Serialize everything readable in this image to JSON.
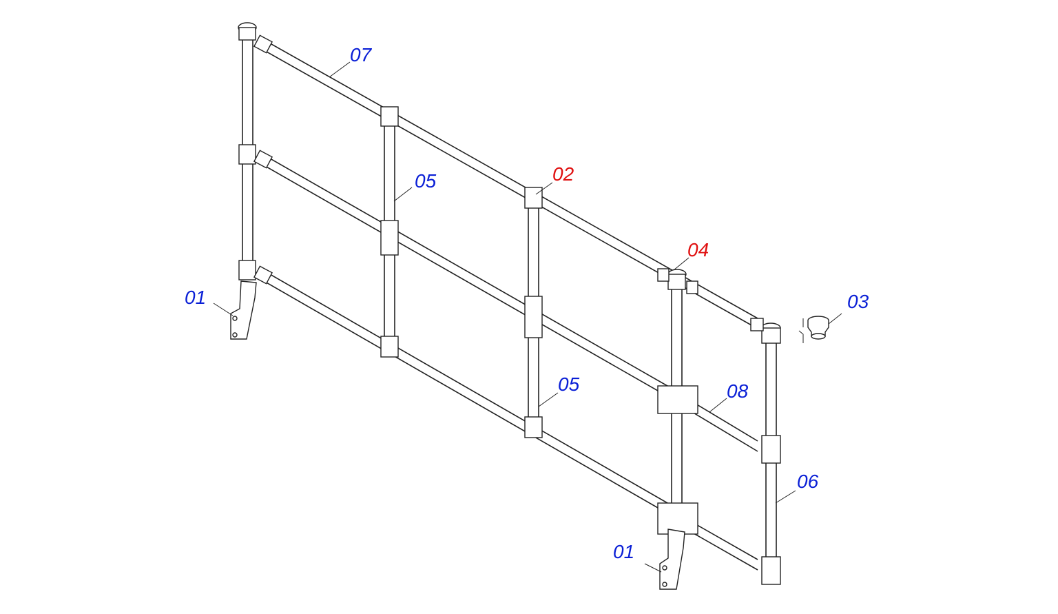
{
  "colors": {
    "blue_label": "#0a1fd6",
    "red_label": "#e01010",
    "line": "#222222"
  },
  "callouts": [
    {
      "id": "c01a",
      "text": "01",
      "color": "blue"
    },
    {
      "id": "c01b",
      "text": "01",
      "color": "blue"
    },
    {
      "id": "c02",
      "text": "02",
      "color": "red"
    },
    {
      "id": "c03",
      "text": "03",
      "color": "blue"
    },
    {
      "id": "c04",
      "text": "04",
      "color": "red"
    },
    {
      "id": "c05a",
      "text": "05",
      "color": "blue"
    },
    {
      "id": "c05b",
      "text": "05",
      "color": "blue"
    },
    {
      "id": "c06",
      "text": "06",
      "color": "blue"
    },
    {
      "id": "c07",
      "text": "07",
      "color": "blue"
    },
    {
      "id": "c08",
      "text": "08",
      "color": "blue"
    }
  ]
}
